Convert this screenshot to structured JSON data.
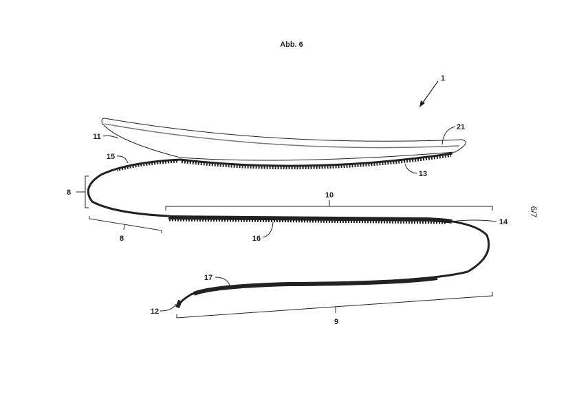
{
  "figure": {
    "title": "Abb. 6",
    "sheet": "6/7",
    "labels": {
      "l1": "1",
      "l8a": "8",
      "l8b": "8",
      "l9": "9",
      "l10": "10",
      "l11": "11",
      "l12": "12",
      "l13": "13",
      "l14": "14",
      "l15": "15",
      "l16": "16",
      "l17": "17",
      "l21": "21"
    }
  }
}
